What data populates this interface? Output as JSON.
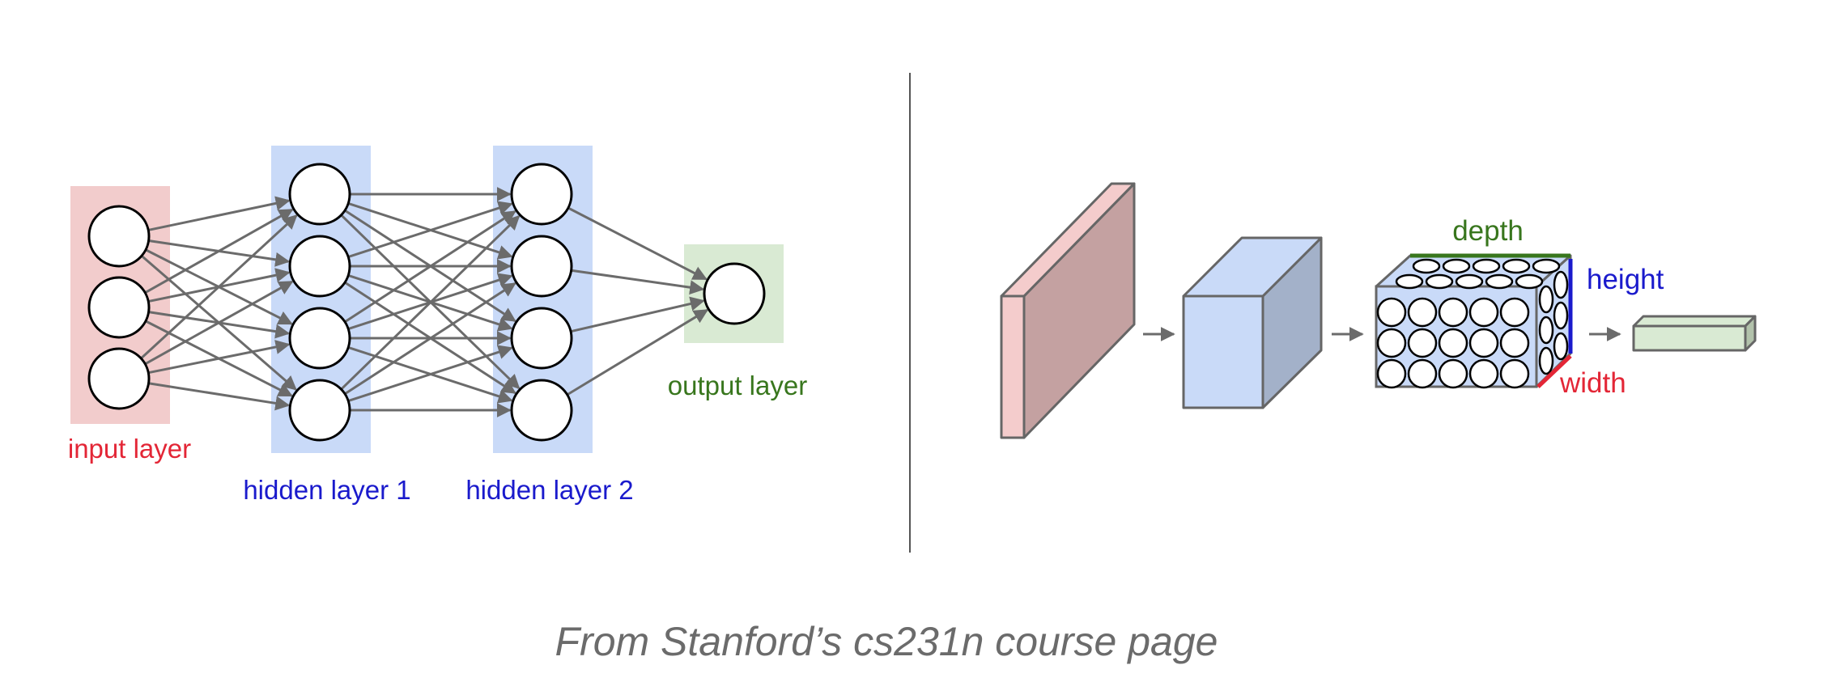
{
  "colors": {
    "input": "#f2cccc",
    "hidden": "#c9daf8",
    "output": "#d9ead3",
    "input_text": "#e32636",
    "hidden_text": "#1a1acc",
    "output_text": "#38761d",
    "edge": "#6b6b6b",
    "divider": "#555555",
    "caption_text": "#6b6b6b",
    "volume_front_pink": "#f4cccc",
    "volume_side_pink": "#c4a1a1",
    "volume_front_blue": "#c9daf8",
    "volume_side_blue": "#a3b1c9",
    "volume_front_green": "#d9ead3",
    "volume_side_green": "#b2c2ab",
    "depth_line": "#38761d",
    "height_line": "#1a1acc",
    "width_line": "#e32636"
  },
  "network": {
    "input_label": "input layer",
    "hidden1_label": "hidden layer 1",
    "hidden2_label": "hidden layer 2",
    "output_label": "output layer",
    "layers": [
      3,
      4,
      4,
      1
    ]
  },
  "convnet": {
    "depth_label": "depth",
    "height_label": "height",
    "width_label": "width"
  },
  "caption": "From Stanford’s cs231n course page"
}
